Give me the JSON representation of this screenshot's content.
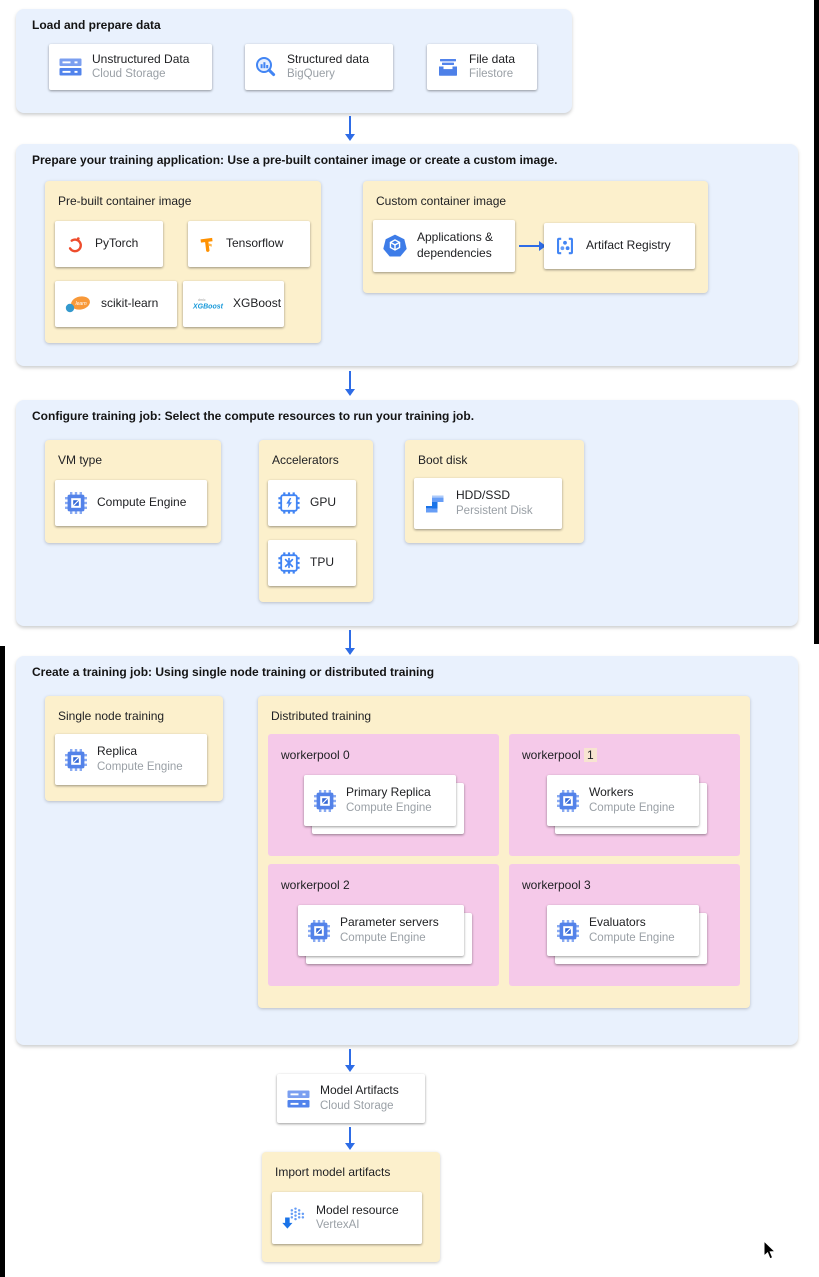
{
  "s1": {
    "title": "Load and prepare data",
    "cards": [
      {
        "title": "Unstructured Data",
        "subtitle": "Cloud Storage",
        "icon": "cloud-storage-icon"
      },
      {
        "title": "Structured data",
        "subtitle": "BigQuery",
        "icon": "bigquery-icon"
      },
      {
        "title": "File data",
        "subtitle": "Filestore",
        "icon": "filestore-icon"
      }
    ]
  },
  "s2": {
    "title": "Prepare your training application: Use a pre-built container image or create a custom image.",
    "prebuilt": {
      "label": "Pre-built container image",
      "cards": [
        {
          "title": "PyTorch",
          "icon": "pytorch-icon"
        },
        {
          "title": "Tensorflow",
          "icon": "tensorflow-icon"
        },
        {
          "title": "scikit-learn",
          "icon": "scikit-learn-icon"
        },
        {
          "title": "XGBoost",
          "icon": "xgboost-icon"
        }
      ]
    },
    "custom": {
      "label": "Custom container image",
      "cards": [
        {
          "title": "Applications & dependencies",
          "icon": "gke-hexagon-cube-icon"
        },
        {
          "title": "Artifact Registry",
          "icon": "artifact-registry-icon"
        }
      ]
    }
  },
  "s3": {
    "title": "Configure training job: Select the compute resources to run your training job.",
    "vm": {
      "label": "VM type",
      "card": {
        "title": "Compute Engine",
        "icon": "compute-engine-icon"
      }
    },
    "accel": {
      "label": "Accelerators",
      "cards": [
        {
          "title": "GPU",
          "icon": "gpu-chip-icon"
        },
        {
          "title": "TPU",
          "icon": "tpu-chip-icon"
        }
      ]
    },
    "boot": {
      "label": "Boot disk",
      "card": {
        "title": "HDD/SSD",
        "subtitle": "Persistent Disk",
        "icon": "persistent-disk-icon"
      }
    }
  },
  "s4": {
    "title": "Create a training job: Using single node training or distributed training",
    "single": {
      "label": "Single node training",
      "card": {
        "title": "Replica",
        "subtitle": "Compute Engine",
        "icon": "compute-engine-icon"
      }
    },
    "distributed": {
      "label": "Distributed training",
      "pools": [
        {
          "label": "workerpool",
          "num": "0",
          "num_highlight": false,
          "card": {
            "title": "Primary Replica",
            "subtitle": "Compute Engine",
            "icon": "compute-engine-icon"
          }
        },
        {
          "label": "workerpool",
          "num": "1",
          "num_highlight": true,
          "card": {
            "title": "Workers",
            "subtitle": "Compute Engine",
            "icon": "compute-engine-icon"
          }
        },
        {
          "label": "workerpool",
          "num": "2",
          "num_highlight": false,
          "card": {
            "title": "Parameter servers",
            "subtitle": "Compute Engine",
            "icon": "compute-engine-icon"
          }
        },
        {
          "label": "workerpool",
          "num": "3",
          "num_highlight": false,
          "card": {
            "title": "Evaluators",
            "subtitle": "Compute Engine",
            "icon": "compute-engine-icon"
          }
        }
      ]
    }
  },
  "model_artifacts": {
    "title": "Model Artifacts",
    "subtitle": "Cloud Storage",
    "icon": "cloud-storage-icon"
  },
  "import_box": {
    "label": "Import model artifacts",
    "card": {
      "title": "Model resource",
      "subtitle": "VertexAI",
      "icon": "vertex-ai-icon"
    }
  },
  "colors": {
    "panel_blue": "#e9f1fd",
    "box_yellow": "#fcf0cc",
    "box_pink": "#f5c9e9",
    "arrow_blue": "#2e6ce6",
    "highlight_peach": "#f7e4d1",
    "text_dark": "#202124",
    "text_gray": "#9aa0a6"
  }
}
